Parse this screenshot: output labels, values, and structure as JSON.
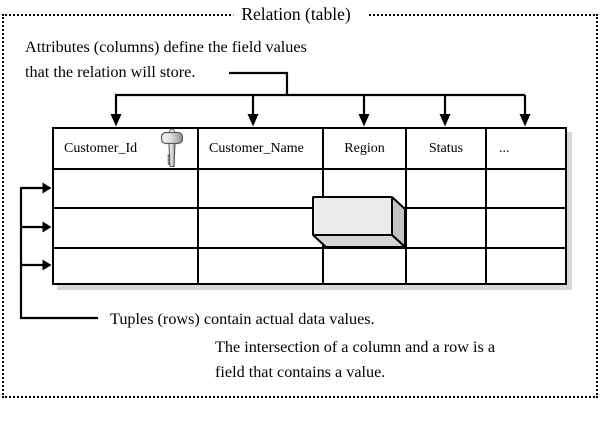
{
  "diagram": {
    "title": "Relation (table)",
    "annotations": {
      "attributes": {
        "line1": "Attributes (columns) define the field values",
        "line2": "that the relation will store."
      },
      "tuples": "Tuples (rows) contain actual data values.",
      "intersection": {
        "line1": "The intersection of a column and a row is a",
        "line2": "field that contains a value."
      }
    },
    "table": {
      "columns": [
        "Customer_Id",
        "Customer_Name",
        "Region",
        "Status",
        "..."
      ],
      "empty_row_count": 3
    },
    "icons": {
      "primary_key": "key-icon"
    },
    "colors": {
      "line": "#000000",
      "field_box_front": "#ececec",
      "field_box_right": "#c3c3c3",
      "field_box_bottom": "#d6d6d6",
      "table_shadow": "#d8d8d8"
    }
  }
}
